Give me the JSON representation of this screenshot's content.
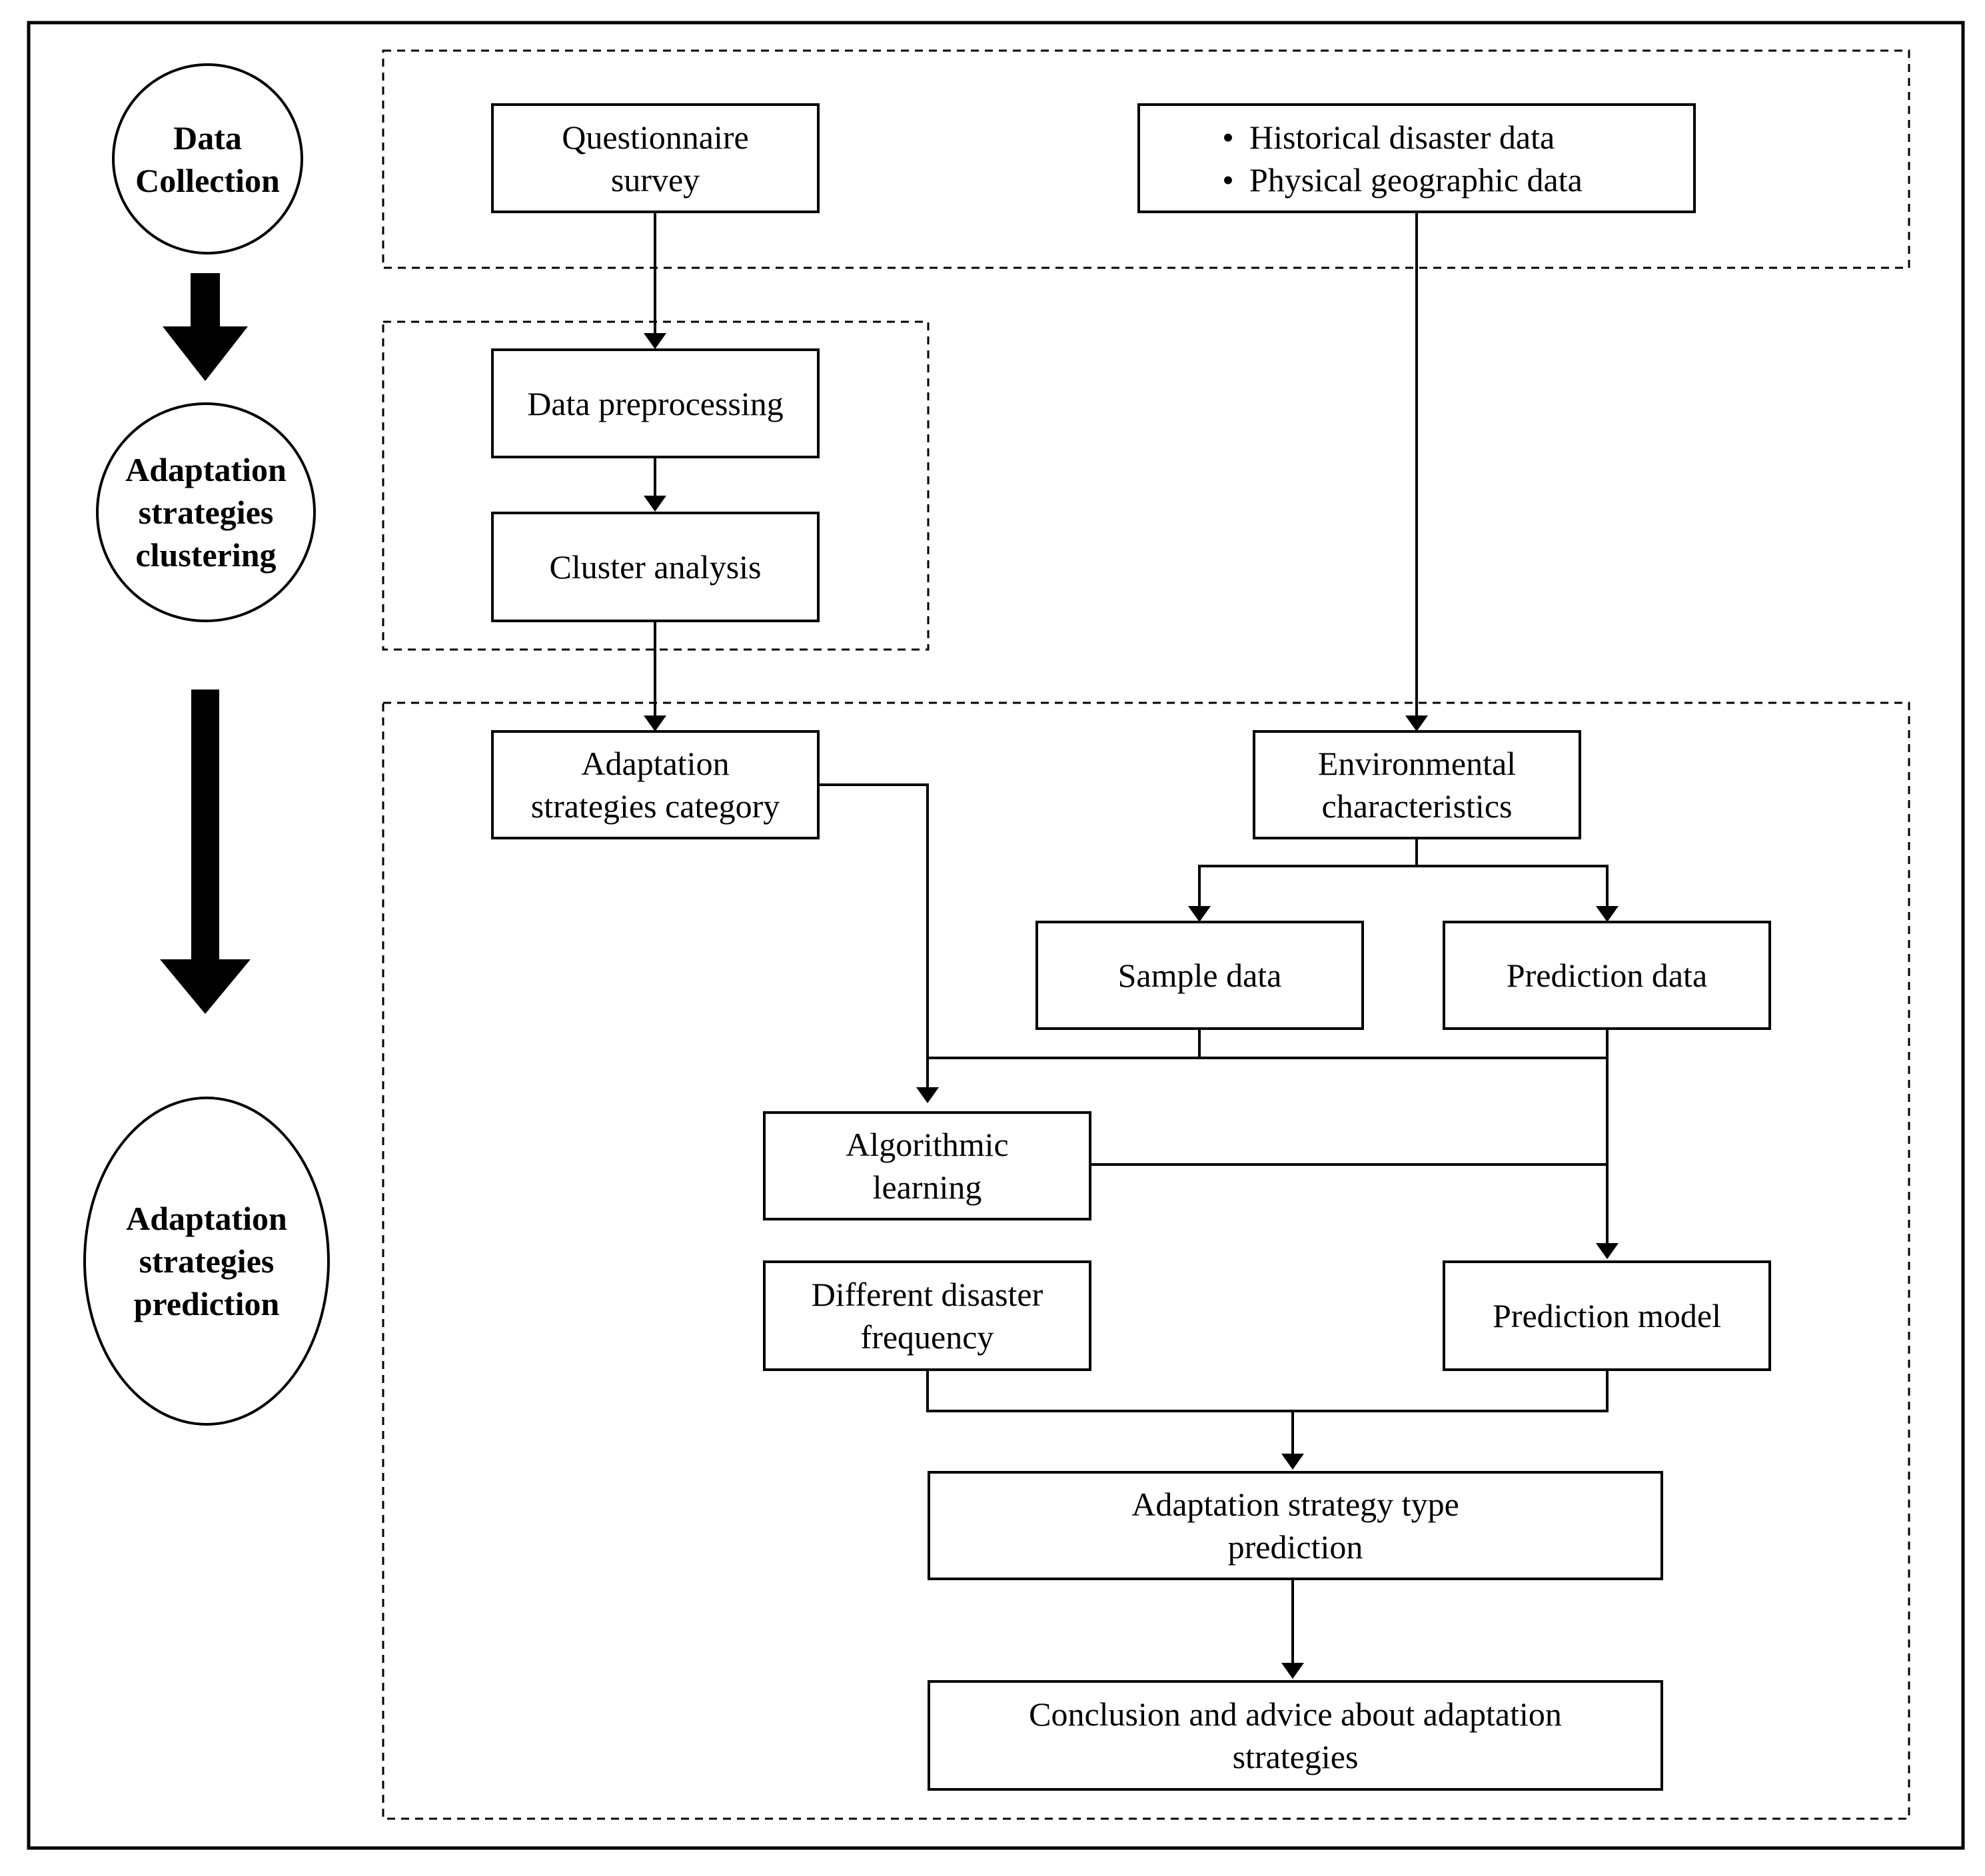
{
  "stages": {
    "data_collection": [
      "Data",
      "Collection"
    ],
    "clustering": [
      "Adaptation",
      "strategies",
      "clustering"
    ],
    "prediction": [
      "Adaptation",
      "strategies",
      "prediction"
    ]
  },
  "nodes": {
    "questionnaire": [
      "Questionnaire",
      "survey"
    ],
    "data_sources": [
      "Historical disaster data",
      "Physical geographic data"
    ],
    "preprocessing": [
      "Data preprocessing"
    ],
    "cluster_analysis": [
      "Cluster analysis"
    ],
    "strategy_category": [
      "Adaptation",
      "strategies category"
    ],
    "environmental": [
      "Environmental",
      "characteristics"
    ],
    "sample_data": [
      "Sample data"
    ],
    "prediction_data": [
      "Prediction data"
    ],
    "algorithmic_learning": [
      "Algorithmic",
      "learning"
    ],
    "disaster_frequency": [
      "Different disaster",
      "frequency"
    ],
    "prediction_model": [
      "Prediction model"
    ],
    "type_prediction": [
      "Adaptation strategy type",
      "prediction"
    ],
    "conclusion": [
      "Conclusion and advice about adaptation",
      "strategies"
    ]
  }
}
